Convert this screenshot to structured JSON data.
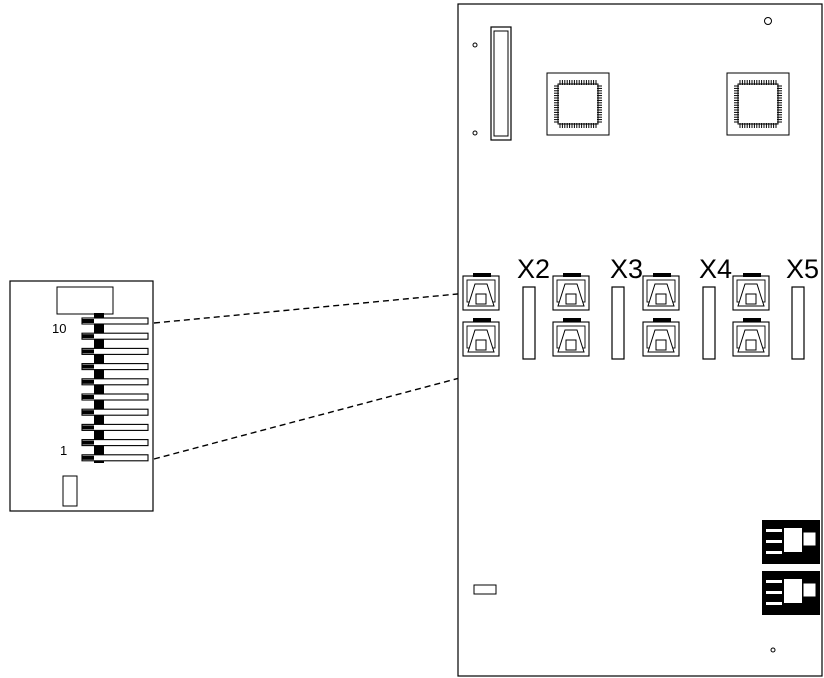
{
  "detail": {
    "pin_top_label": "10",
    "pin_bottom_label": "1"
  },
  "board": {
    "connectors": [
      {
        "label": "X2"
      },
      {
        "label": "X3"
      },
      {
        "label": "X4"
      },
      {
        "label": "X5"
      }
    ]
  }
}
